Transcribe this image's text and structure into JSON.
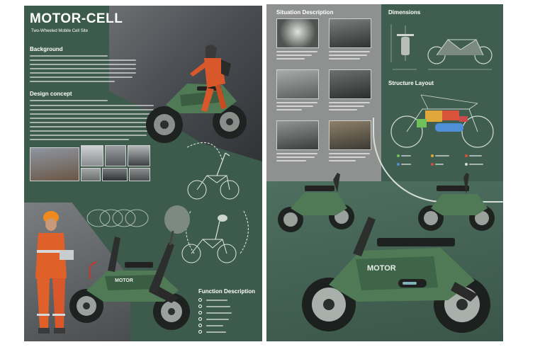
{
  "left_board": {
    "title": "MOTOR-CELL",
    "subtitle": "Two-Wheeled Mobile Cell Site",
    "background_heading": "Background",
    "design_concept_heading": "Design concept",
    "function_heading": "Function Description",
    "function_items": [
      "",
      "",
      "",
      "",
      "",
      ""
    ]
  },
  "right_board": {
    "situation_heading": "Situation Description",
    "dimensions_heading": "Dimensions",
    "structure_heading": "Structure Layout",
    "brand_mark": "MOTOR",
    "legend": [
      {
        "color": "#6fbf5a"
      },
      {
        "color": "#e0a83a"
      },
      {
        "color": "#d9523a"
      },
      {
        "color": "#4f8fd6"
      },
      {
        "color": "#c94a4a"
      },
      {
        "color": "#d8d8d8"
      }
    ]
  },
  "colors": {
    "board_green": "#3d5b4d",
    "body_green": "#4f7a55",
    "accent_red": "#c23a2a"
  }
}
